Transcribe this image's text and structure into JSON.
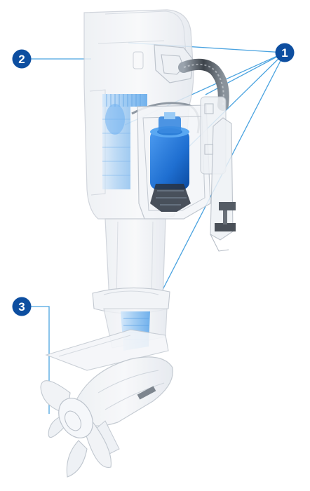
{
  "diagram": {
    "callouts": [
      {
        "label": "1",
        "target_count": 5
      },
      {
        "label": "2",
        "target_count": 1
      },
      {
        "label": "3",
        "target_count": 1
      }
    ],
    "colors": {
      "badge": "#0d4ea0",
      "leader_line": "#4aa3e0",
      "component_blue": "#1f6fd1",
      "component_light_blue": "#8fc3f2",
      "housing_outline": "#c9ced6",
      "housing_fill": "#f2f4f7"
    }
  }
}
